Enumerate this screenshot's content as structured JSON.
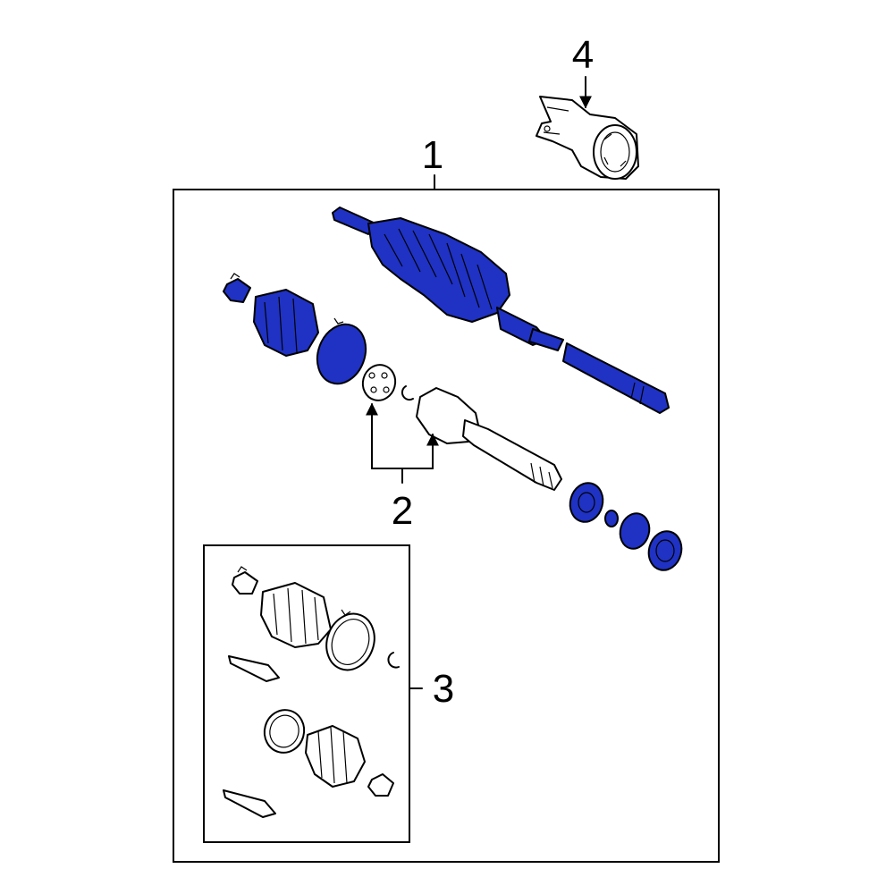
{
  "colors": {
    "highlight": "#1f32c4",
    "line": "#000000",
    "background": "#ffffff"
  },
  "callouts": {
    "axle_assembly": "1",
    "joint_kit": "2",
    "boot_kit": "3",
    "bracket": "4"
  }
}
